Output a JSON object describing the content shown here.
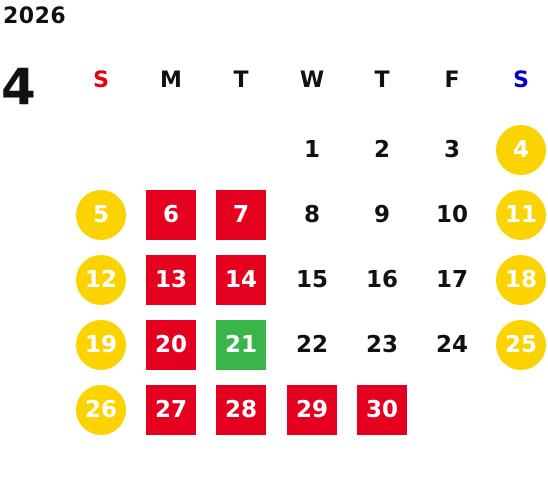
{
  "calendar": {
    "year": "2026",
    "month": "4",
    "weekdays": [
      {
        "label": "S",
        "type": "sun"
      },
      {
        "label": "M",
        "type": "weekday"
      },
      {
        "label": "T",
        "type": "weekday"
      },
      {
        "label": "W",
        "type": "weekday"
      },
      {
        "label": "T",
        "type": "weekday"
      },
      {
        "label": "F",
        "type": "weekday"
      },
      {
        "label": "S",
        "type": "sat"
      }
    ],
    "weeks": [
      [
        null,
        null,
        null,
        {
          "day": "1",
          "status": "plain"
        },
        {
          "day": "2",
          "status": "plain"
        },
        {
          "day": "3",
          "status": "plain"
        },
        {
          "day": "4",
          "status": "weekend"
        }
      ],
      [
        {
          "day": "5",
          "status": "weekend"
        },
        {
          "day": "6",
          "status": "red"
        },
        {
          "day": "7",
          "status": "red"
        },
        {
          "day": "8",
          "status": "plain"
        },
        {
          "day": "9",
          "status": "plain"
        },
        {
          "day": "10",
          "status": "plain"
        },
        {
          "day": "11",
          "status": "weekend"
        }
      ],
      [
        {
          "day": "12",
          "status": "weekend"
        },
        {
          "day": "13",
          "status": "red"
        },
        {
          "day": "14",
          "status": "red"
        },
        {
          "day": "15",
          "status": "plain"
        },
        {
          "day": "16",
          "status": "plain"
        },
        {
          "day": "17",
          "status": "plain"
        },
        {
          "day": "18",
          "status": "weekend"
        }
      ],
      [
        {
          "day": "19",
          "status": "weekend"
        },
        {
          "day": "20",
          "status": "red"
        },
        {
          "day": "21",
          "status": "green"
        },
        {
          "day": "22",
          "status": "plain"
        },
        {
          "day": "23",
          "status": "plain"
        },
        {
          "day": "24",
          "status": "plain"
        },
        {
          "day": "25",
          "status": "weekend"
        }
      ],
      [
        {
          "day": "26",
          "status": "weekend"
        },
        {
          "day": "27",
          "status": "red"
        },
        {
          "day": "28",
          "status": "red"
        },
        {
          "day": "29",
          "status": "red"
        },
        {
          "day": "30",
          "status": "red"
        },
        null,
        null
      ]
    ]
  },
  "colors": {
    "weekend_circle": "#fbd300",
    "red_cell": "#e60020",
    "green_cell": "#3ab54a",
    "sunday_text": "#e60012",
    "saturday_text": "#0000cc"
  }
}
